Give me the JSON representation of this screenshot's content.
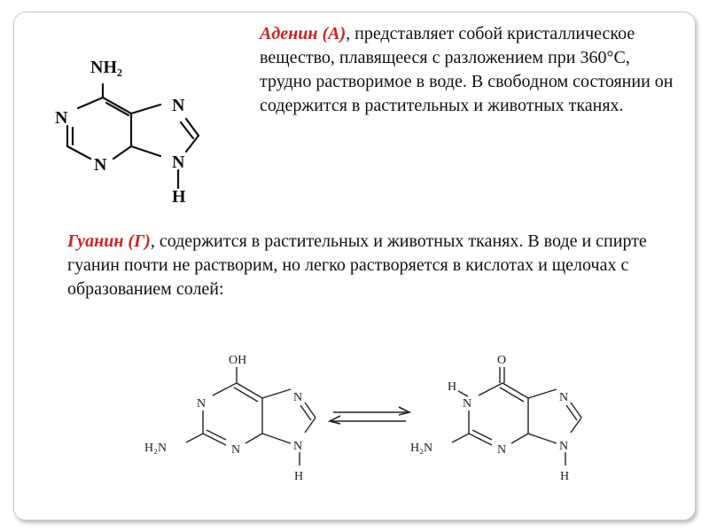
{
  "adenine": {
    "title": "Аденин (А)",
    "text": ", представляет собой кристаллическое вещество, плавящееся с разложением при 360°С, трудно растворимое в воде. В свободном состоянии он содержится в растительных и животных тканях.",
    "structure": {
      "nh2": "NH₂",
      "n1": "N",
      "n3": "N",
      "n7": "N",
      "n9": "N",
      "h9": "H"
    }
  },
  "guanine": {
    "title": "Гуанин (Г)",
    "text": ", содержится в растительных и животных тканях. В воде и спирте гуанин почти не растворим, но легко растворяется в кислотах и щелочах с образованием солей:",
    "enol": {
      "oh": "OH",
      "n1": "N",
      "n3": "N",
      "n7": "N",
      "n9": "N",
      "h9": "H",
      "nh2": "H₂N"
    },
    "keto": {
      "o": "O",
      "h1": "H",
      "n1": "N",
      "n3": "N",
      "n7": "N",
      "n9": "N",
      "h9": "H",
      "nh2": "H₂N"
    },
    "equilibrium_arrow": "⇄"
  }
}
